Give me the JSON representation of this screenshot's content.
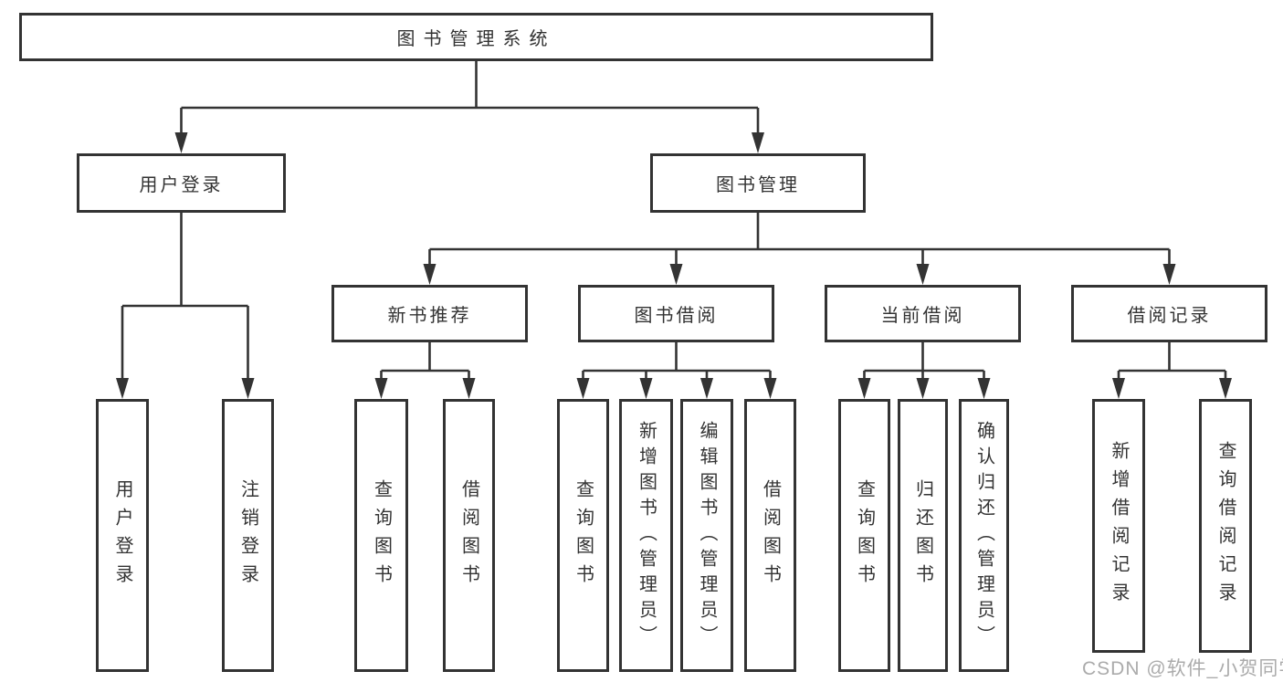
{
  "tree": {
    "label": "图书管理系统",
    "children": [
      {
        "label": "用户登录",
        "children": [
          {
            "label": "用户登录"
          },
          {
            "label": "注销登录"
          }
        ]
      },
      {
        "label": "图书管理",
        "children": [
          {
            "label": "新书推荐",
            "children": [
              {
                "label": "查询图书"
              },
              {
                "label": "借阅图书"
              }
            ]
          },
          {
            "label": "图书借阅",
            "children": [
              {
                "label": "查询图书"
              },
              {
                "label": "新增图书（管理员）"
              },
              {
                "label": "编辑图书（管理员）"
              },
              {
                "label": "借阅图书"
              }
            ]
          },
          {
            "label": "当前借阅",
            "children": [
              {
                "label": "查询图书"
              },
              {
                "label": "归还图书"
              },
              {
                "label": "确认归还（管理员）"
              }
            ]
          },
          {
            "label": "借阅记录",
            "children": [
              {
                "label": "新增借阅记录"
              },
              {
                "label": "查询借阅记录"
              }
            ]
          }
        ]
      }
    ]
  },
  "watermark": {
    "text": "CSDN @软件_小贺同学"
  },
  "colors": {
    "line": "#333333",
    "box_border": "#333333",
    "label_text": "#333333",
    "watermark_text": "#ababab",
    "background": "#ffffff"
  }
}
